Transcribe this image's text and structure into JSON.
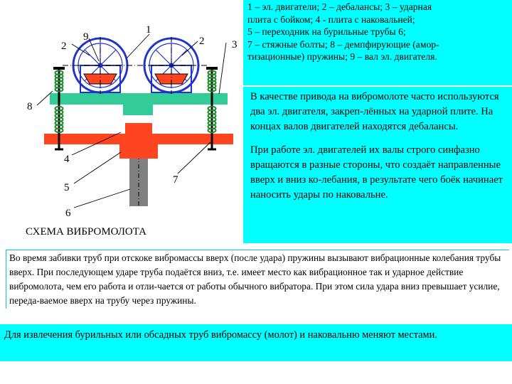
{
  "diagram": {
    "caption": "СХЕМА ВИБРОМОЛОТА",
    "callouts": [
      "2",
      "9",
      "1",
      "2",
      "3",
      "8",
      "4",
      "5",
      "7",
      "6"
    ],
    "colors": {
      "plate_green": "#33cc99",
      "plate_red": "#ff4422",
      "motor_blue": "#2233cc",
      "pipe_gray": "#808080",
      "spring_green": "#1f8a2a"
    }
  },
  "legend": {
    "lines": [
      "1 – эл. двигатели;  2 – дебалансы;  3 – ударная",
      "плита с бойком;  4 -  плита с наковальней;",
      "5 – переходник на бурильные трубы  6;",
      "7 – стяжные болты;  8 – демпфирующие (амор-",
      "тизационные) пружины;   9 – вал эл. двигателя."
    ]
  },
  "description": {
    "p1": "В качестве привода на вибромолоте часто используются два эл. двигателя, закреп-лённых на ударной плите. На концах валов двигателей находятся дебалансы.",
    "p2": "При работе эл. двигателей их валы строго синфазно вращаются в разные стороны, что создаёт направленные вверх и вниз ко-лебания, в результате чего боёк начинает наносить удары по наковальне."
  },
  "paragraph1": "Во время забивки труб при отскоке вибромассы вверх (после удара) пружины вызывают вибрационные колебания трубы вверх. При последующем ударе труба подаётся вниз, т.е. имеет место как вибрационное так и ударное действие вибромолота, чем его работа и отли-чается от работы обычного вибратора. При этом сила удара вниз превышает усилие, переда-ваемое вверх на трубу через пружины.",
  "paragraph2": "Для извлечения бурильных или обсадных труб вибромассу (молот) и наковальню меняют местами."
}
